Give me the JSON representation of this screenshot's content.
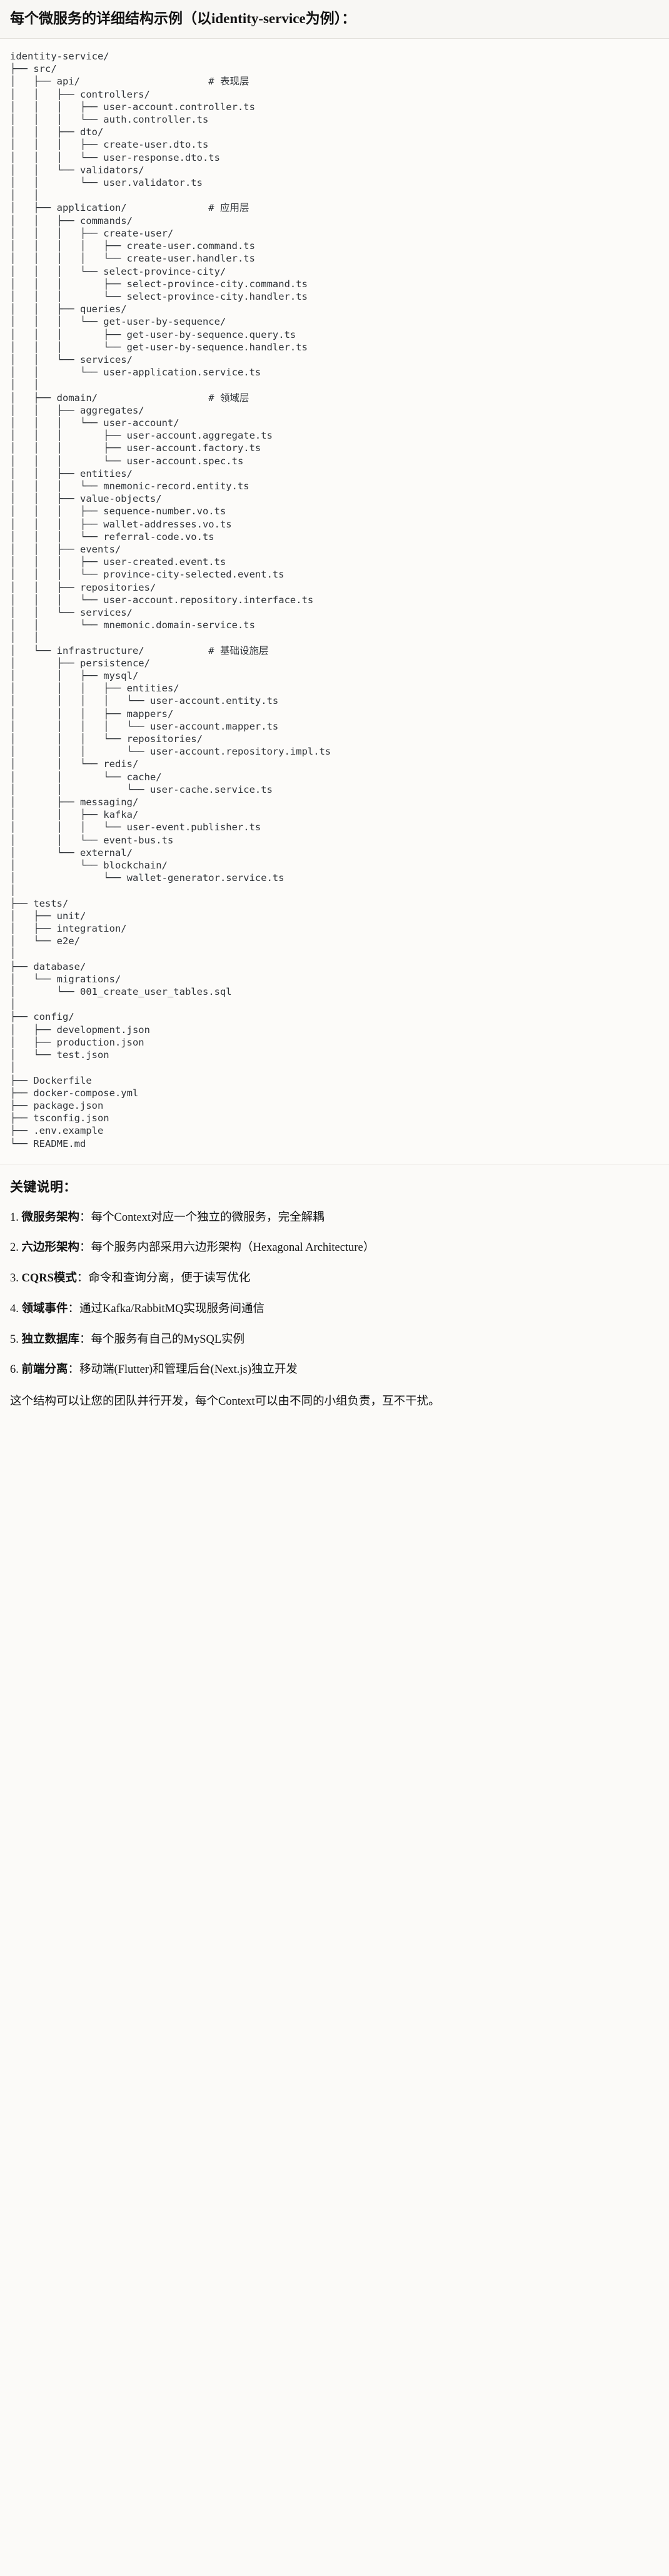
{
  "header": {
    "title": "每个微服务的详细结构示例（以identity-service为例）："
  },
  "tree": {
    "text": "identity-service/\n├── src/\n│   ├── api/                      # 表现层\n│   │   ├── controllers/\n│   │   │   ├── user-account.controller.ts\n│   │   │   └── auth.controller.ts\n│   │   ├── dto/\n│   │   │   ├── create-user.dto.ts\n│   │   │   └── user-response.dto.ts\n│   │   └── validators/\n│   │       └── user.validator.ts\n│   │\n│   ├── application/              # 应用层\n│   │   ├── commands/\n│   │   │   ├── create-user/\n│   │   │   │   ├── create-user.command.ts\n│   │   │   │   └── create-user.handler.ts\n│   │   │   └── select-province-city/\n│   │   │       ├── select-province-city.command.ts\n│   │   │       └── select-province-city.handler.ts\n│   │   ├── queries/\n│   │   │   └── get-user-by-sequence/\n│   │   │       ├── get-user-by-sequence.query.ts\n│   │   │       └── get-user-by-sequence.handler.ts\n│   │   └── services/\n│   │       └── user-application.service.ts\n│   │\n│   ├── domain/                   # 领域层\n│   │   ├── aggregates/\n│   │   │   └── user-account/\n│   │   │       ├── user-account.aggregate.ts\n│   │   │       ├── user-account.factory.ts\n│   │   │       └── user-account.spec.ts\n│   │   ├── entities/\n│   │   │   └── mnemonic-record.entity.ts\n│   │   ├── value-objects/\n│   │   │   ├── sequence-number.vo.ts\n│   │   │   ├── wallet-addresses.vo.ts\n│   │   │   └── referral-code.vo.ts\n│   │   ├── events/\n│   │   │   ├── user-created.event.ts\n│   │   │   └── province-city-selected.event.ts\n│   │   ├── repositories/\n│   │   │   └── user-account.repository.interface.ts\n│   │   └── services/\n│   │       └── mnemonic.domain-service.ts\n│   │\n│   └── infrastructure/           # 基础设施层\n│       ├── persistence/\n│       │   ├── mysql/\n│       │   │   ├── entities/\n│       │   │   │   └── user-account.entity.ts\n│       │   │   ├── mappers/\n│       │   │   │   └── user-account.mapper.ts\n│       │   │   └── repositories/\n│       │   │       └── user-account.repository.impl.ts\n│       │   └── redis/\n│       │       └── cache/\n│       │           └── user-cache.service.ts\n│       ├── messaging/\n│       │   ├── kafka/\n│       │   │   └── user-event.publisher.ts\n│       │   └── event-bus.ts\n│       └── external/\n│           └── blockchain/\n│               └── wallet-generator.service.ts\n│\n├── tests/\n│   ├── unit/\n│   ├── integration/\n│   └── e2e/\n│\n├── database/\n│   └── migrations/\n│       └── 001_create_user_tables.sql\n│\n├── config/\n│   ├── development.json\n│   ├── production.json\n│   └── test.json\n│\n├── Dockerfile\n├── docker-compose.yml\n├── package.json\n├── tsconfig.json\n├── .env.example\n└── README.md"
  },
  "notes": {
    "heading": "关键说明：",
    "items": [
      {
        "term": "微服务架构",
        "desc": "：每个Context对应一个独立的微服务，完全解耦"
      },
      {
        "term": "六边形架构",
        "desc": "：每个服务内部采用六边形架构（Hexagonal Architecture）"
      },
      {
        "term": "CQRS模式",
        "desc": "：命令和查询分离，便于读写优化"
      },
      {
        "term": "领域事件",
        "desc": "：通过Kafka/RabbitMQ实现服务间通信"
      },
      {
        "term": "独立数据库",
        "desc": "：每个服务有自己的MySQL实例"
      },
      {
        "term": "前端分离",
        "desc": "：移动端(Flutter)和管理后台(Next.js)独立开发"
      }
    ],
    "footer": "这个结构可以让您的团队并行开发，每个Context可以由不同的小组负责，互不干扰。"
  }
}
